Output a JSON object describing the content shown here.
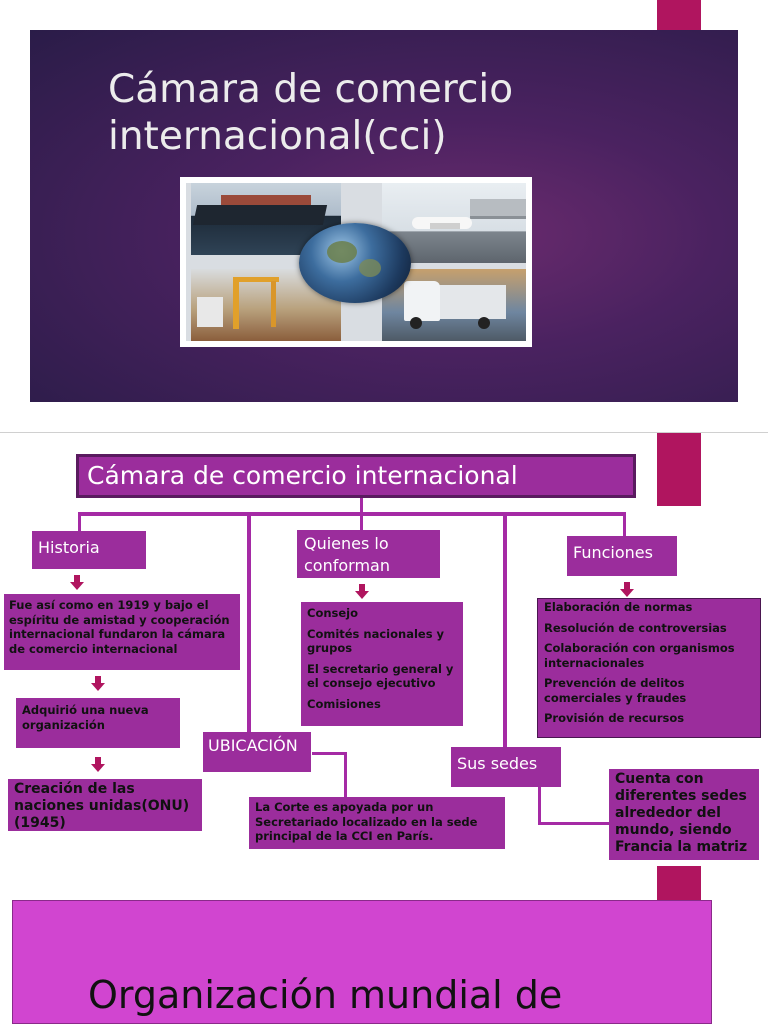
{
  "slide1": {
    "title": "Cámara de comercio internacional(cci)"
  },
  "slide2": {
    "title": "Cámara de comercio internacional",
    "historia": {
      "header": "Historia",
      "p1": "Fue así como en 1919 y bajo el espíritu de amistad y cooperación internacional fundaron la cámara de comercio internacional",
      "p2": "Adquirió una nueva organización",
      "p3": "Creación de las naciones unidas(ONU) (1945)"
    },
    "quienes": {
      "header": "Quienes lo conforman",
      "items": [
        "Consejo",
        "Comités nacionales y grupos",
        "El secretario general y el consejo ejecutivo",
        "Comisiones"
      ]
    },
    "ubicacion": {
      "header": "UBICACIÓN",
      "text": "La Corte es apoyada por un Secretariado localizado en la sede principal de la CCI en París."
    },
    "sedes": {
      "header": "Sus sedes",
      "text": "Cuenta con diferentes sedes alrededor del mundo, siendo Francia la matriz"
    },
    "funciones": {
      "header": "Funciones",
      "items": [
        "Elaboración de normas",
        "Resolución de controversias",
        "Colaboración con organismos internacionales",
        "Prevención de delitos comerciales y fraudes",
        "Provisión de recursos"
      ]
    }
  },
  "slide3": {
    "title": "Organización mundial de"
  },
  "colors": {
    "accent": "#b0155f",
    "box": "#9b2d9c",
    "slide3_bg": "#d145d0"
  }
}
